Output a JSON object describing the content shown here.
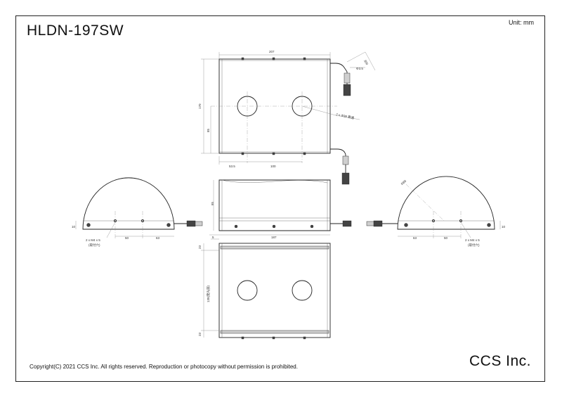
{
  "title": "HLDN-197SW",
  "unit": "Unit: mm",
  "copyright": "Copyright(C) 2021 CCS Inc. All rights reserved. Reproduction or photocopy without permission is prohibited.",
  "brand": "CCS Inc.",
  "dims": {
    "top_width": "207",
    "top_height": "170",
    "top_center_h": "85",
    "top_left_offset": "53.5",
    "top_spacing": "100",
    "hole_dia": "2 x Φ38 貫通",
    "cable_len": "300",
    "cable_dia": "Φ3.5",
    "front_height": "85",
    "front_width": "187",
    "left_mount": "2 x M4 x 5",
    "left_mount_note": "(取付穴)",
    "left_spacing": "50",
    "left_offset": "63",
    "left_side_h": "10",
    "right_radius": "R80",
    "right_offset": "63",
    "right_spacing": "50",
    "right_mount": "2 x M4 x 5",
    "right_mount_note": "(取付穴)",
    "right_side_h": "10",
    "bottom_top_h": "23",
    "bottom_lit": "130(発光部)",
    "bottom_bot_h": "23",
    "bottom_left": "5"
  }
}
